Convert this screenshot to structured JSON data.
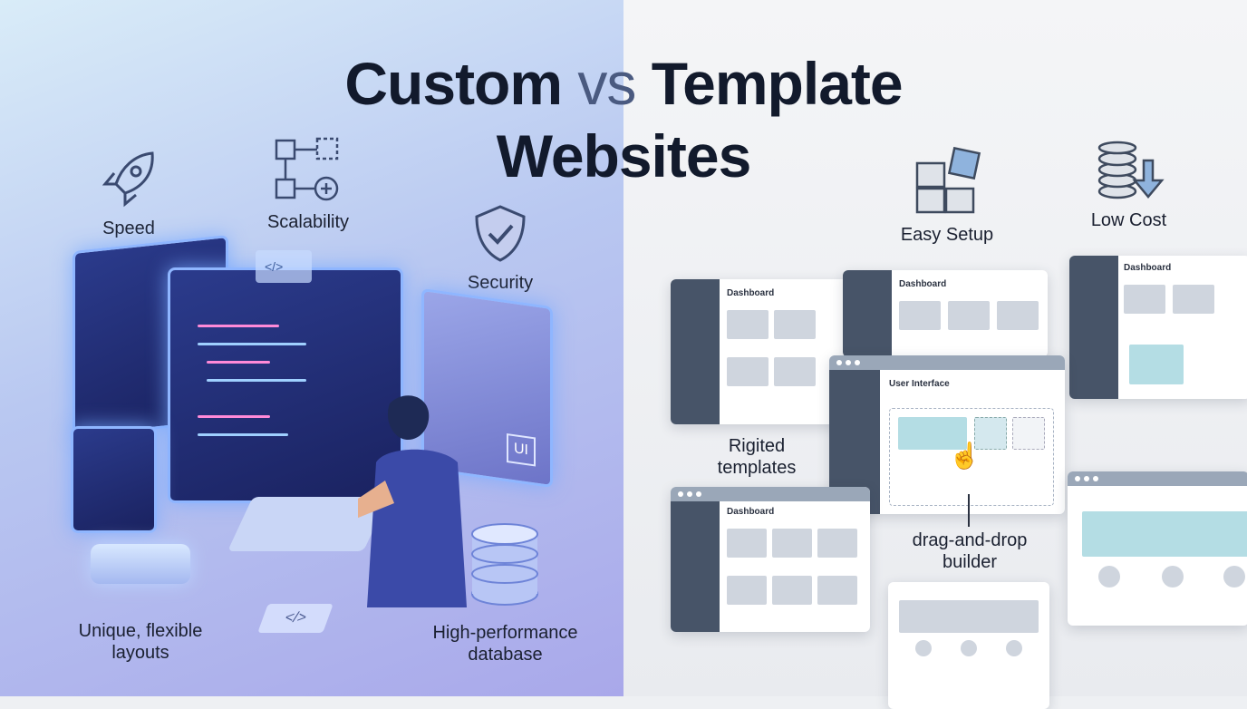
{
  "title": {
    "word1": "Custom",
    "vs": "vs",
    "word2": "Template",
    "line2": "Websites"
  },
  "custom_features": [
    {
      "label": "Speed",
      "icon": "rocket-icon"
    },
    {
      "label": "Scalability",
      "icon": "scalability-icon"
    },
    {
      "label": "Security",
      "icon": "shield-check-icon"
    },
    {
      "label": "Unique, flexible layouts"
    },
    {
      "label": "High-performance database",
      "icon": "database-icon"
    }
  ],
  "template_features": [
    {
      "label": "Easy Setup",
      "icon": "puzzle-icon"
    },
    {
      "label": "Low Cost",
      "icon": "coins-down-icon"
    },
    {
      "label": "Rigited templates"
    },
    {
      "label": "drag-and-drop builder"
    }
  ],
  "mockups": {
    "dashboard": "Dashboard",
    "ui": "User Interface"
  },
  "illustration": {
    "code_tag": "</>",
    "ui_badge": "UI"
  },
  "colors": {
    "accent_left": "#8fb6ff",
    "dark": "#121a2c",
    "slate": "#475468",
    "teal": "#b4dde4"
  }
}
